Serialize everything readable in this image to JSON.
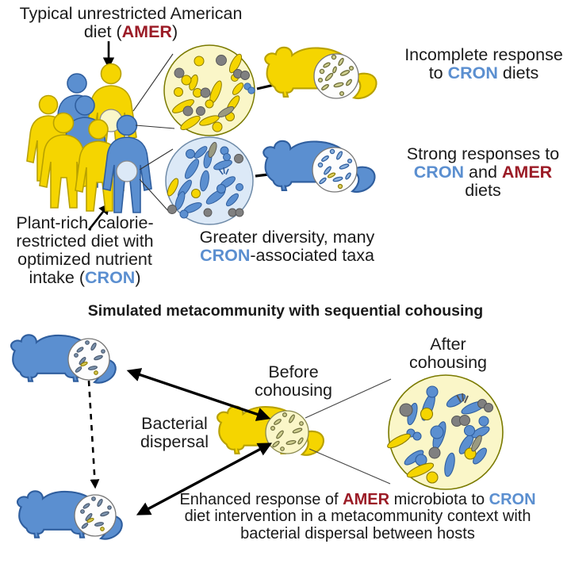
{
  "figure": {
    "title": "CRON vs AMER diet gut microbiota schematic",
    "colors": {
      "amer_red": "#9B1B26",
      "cron_blue": "#5B8FD0",
      "yellow_fill": "#F5D500",
      "yellow_stroke": "#B8A100",
      "blue_fill": "#5B8FD0",
      "blue_stroke": "#2F5E9E",
      "yellow_dish": "#FAF6C8",
      "blue_dish": "#DCE9F7",
      "white_dish": "#FDFDFD",
      "grey_microbe": "#808080",
      "text_black": "#1a1a1a"
    }
  },
  "top_panel": {
    "amer_label": {
      "line1": "Typical unrestricted American",
      "line2_prefix": "diet (",
      "line2_tag": "AMER",
      "line2_suffix": ")"
    },
    "cron_label": {
      "line1": "Plant-rich, calorie-",
      "line2": "restricted diet with",
      "line3": "optimized nutrient",
      "line4_prefix": "intake (",
      "line4_tag": "CRON",
      "line4_suffix": ")"
    },
    "incomplete_response": {
      "line1": "Incomplete response",
      "line2_prefix": "to ",
      "line2_tag": "CRON",
      "line2_suffix": " diets"
    },
    "strong_response": {
      "line1": "Strong responses to",
      "line2_tag_a": "CRON",
      "line2_mid": " and ",
      "line2_tag_b": "AMER",
      "line3": "diets"
    },
    "greater_diversity": {
      "line1": "Greater diversity, many",
      "line2_tag": "CRON",
      "line2_suffix": "-associated taxa"
    }
  },
  "bottom_panel": {
    "section_heading": "Simulated metacommunity with sequential cohousing",
    "before_cohousing": {
      "line1": "Before",
      "line2": "cohousing"
    },
    "after_cohousing": {
      "line1": "After",
      "line2": "cohousing"
    },
    "bacterial_dispersal": {
      "line1": "Bacterial",
      "line2": "dispersal"
    },
    "caption": {
      "line1_a": "Enhanced response of ",
      "line1_tag_amer": "AMER",
      "line1_b": " microbiota to ",
      "line1_tag_cron": "CRON",
      "line2": "diet intervention in a metacommunity context with",
      "line3": "bacterial dispersal between hosts"
    }
  },
  "elements": {
    "human_group_count": 7,
    "human_amer_count": 4,
    "human_cron_count": 3,
    "mouse_amer_label": "yellow mouse (AMER microbiota)",
    "mouse_cron_label": "blue mouse (CRON microbiota)",
    "dish_amer_label": "AMER gut community, low diversity",
    "dish_cron_label": "CRON gut community, high diversity",
    "dish_after_label": "post-cohousing mixed community"
  }
}
